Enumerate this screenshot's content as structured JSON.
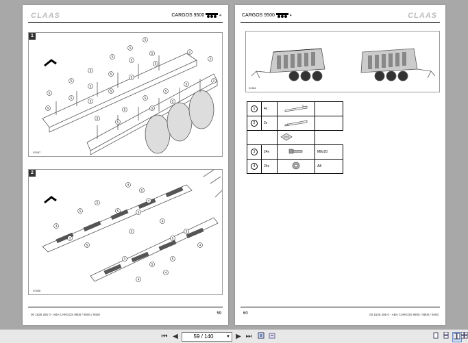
{
  "left_page": {
    "logo": "CLAAS",
    "model_text": "CARGOS 9500",
    "model_superscript": "4",
    "figure1": {
      "number": "1",
      "ref": "92587",
      "callouts": [
        "5",
        "5",
        "5",
        "5",
        "5",
        "5",
        "5",
        "5",
        "5",
        "5",
        "5",
        "5",
        "5",
        "5",
        "5",
        "5",
        "5",
        "5",
        "5",
        "5",
        "5",
        "5",
        "5",
        "5",
        "2",
        "2",
        "2"
      ]
    },
    "figure2": {
      "number": "2",
      "ref": "92588",
      "callouts": [
        "4",
        "5",
        "3",
        "5",
        "5",
        "4",
        "3",
        "5",
        "5",
        "3",
        "4",
        "5",
        "5",
        "5",
        "4",
        "3",
        "5",
        "5",
        "4",
        "4"
      ]
    },
    "footer_left": "00 1526 285 0 - ABA CARGOS 9600 / 9500 / 9400",
    "page_number": "59"
  },
  "right_page": {
    "logo": "CLAAS",
    "model_text": "CARGOS 9500",
    "model_superscript": "4",
    "figure_ref": "92662",
    "parts": [
      {
        "num": "1",
        "qty": "4x",
        "spec": ""
      },
      {
        "num": "2",
        "qty": "2x",
        "spec": ""
      },
      {
        "num": "",
        "qty": "",
        "spec": ""
      },
      {
        "num": "3",
        "qty": "24x",
        "spec": "M8x20"
      },
      {
        "num": "4",
        "qty": "24x",
        "spec": "A8"
      }
    ],
    "page_number": "60",
    "footer_right": "00 1526 285 0 - ABA CARGOS 9600 / 9500 / 9400"
  },
  "toolbar": {
    "first": "⏮",
    "prev": "◀",
    "page_display": "59 / 140",
    "next": "▶",
    "last": "⏭",
    "icons": [
      "fit-page-icon",
      "rotate-icon"
    ],
    "view_icons": [
      "single-page-icon",
      "continuous-icon",
      "two-page-icon",
      "two-page-continuous-icon"
    ]
  }
}
